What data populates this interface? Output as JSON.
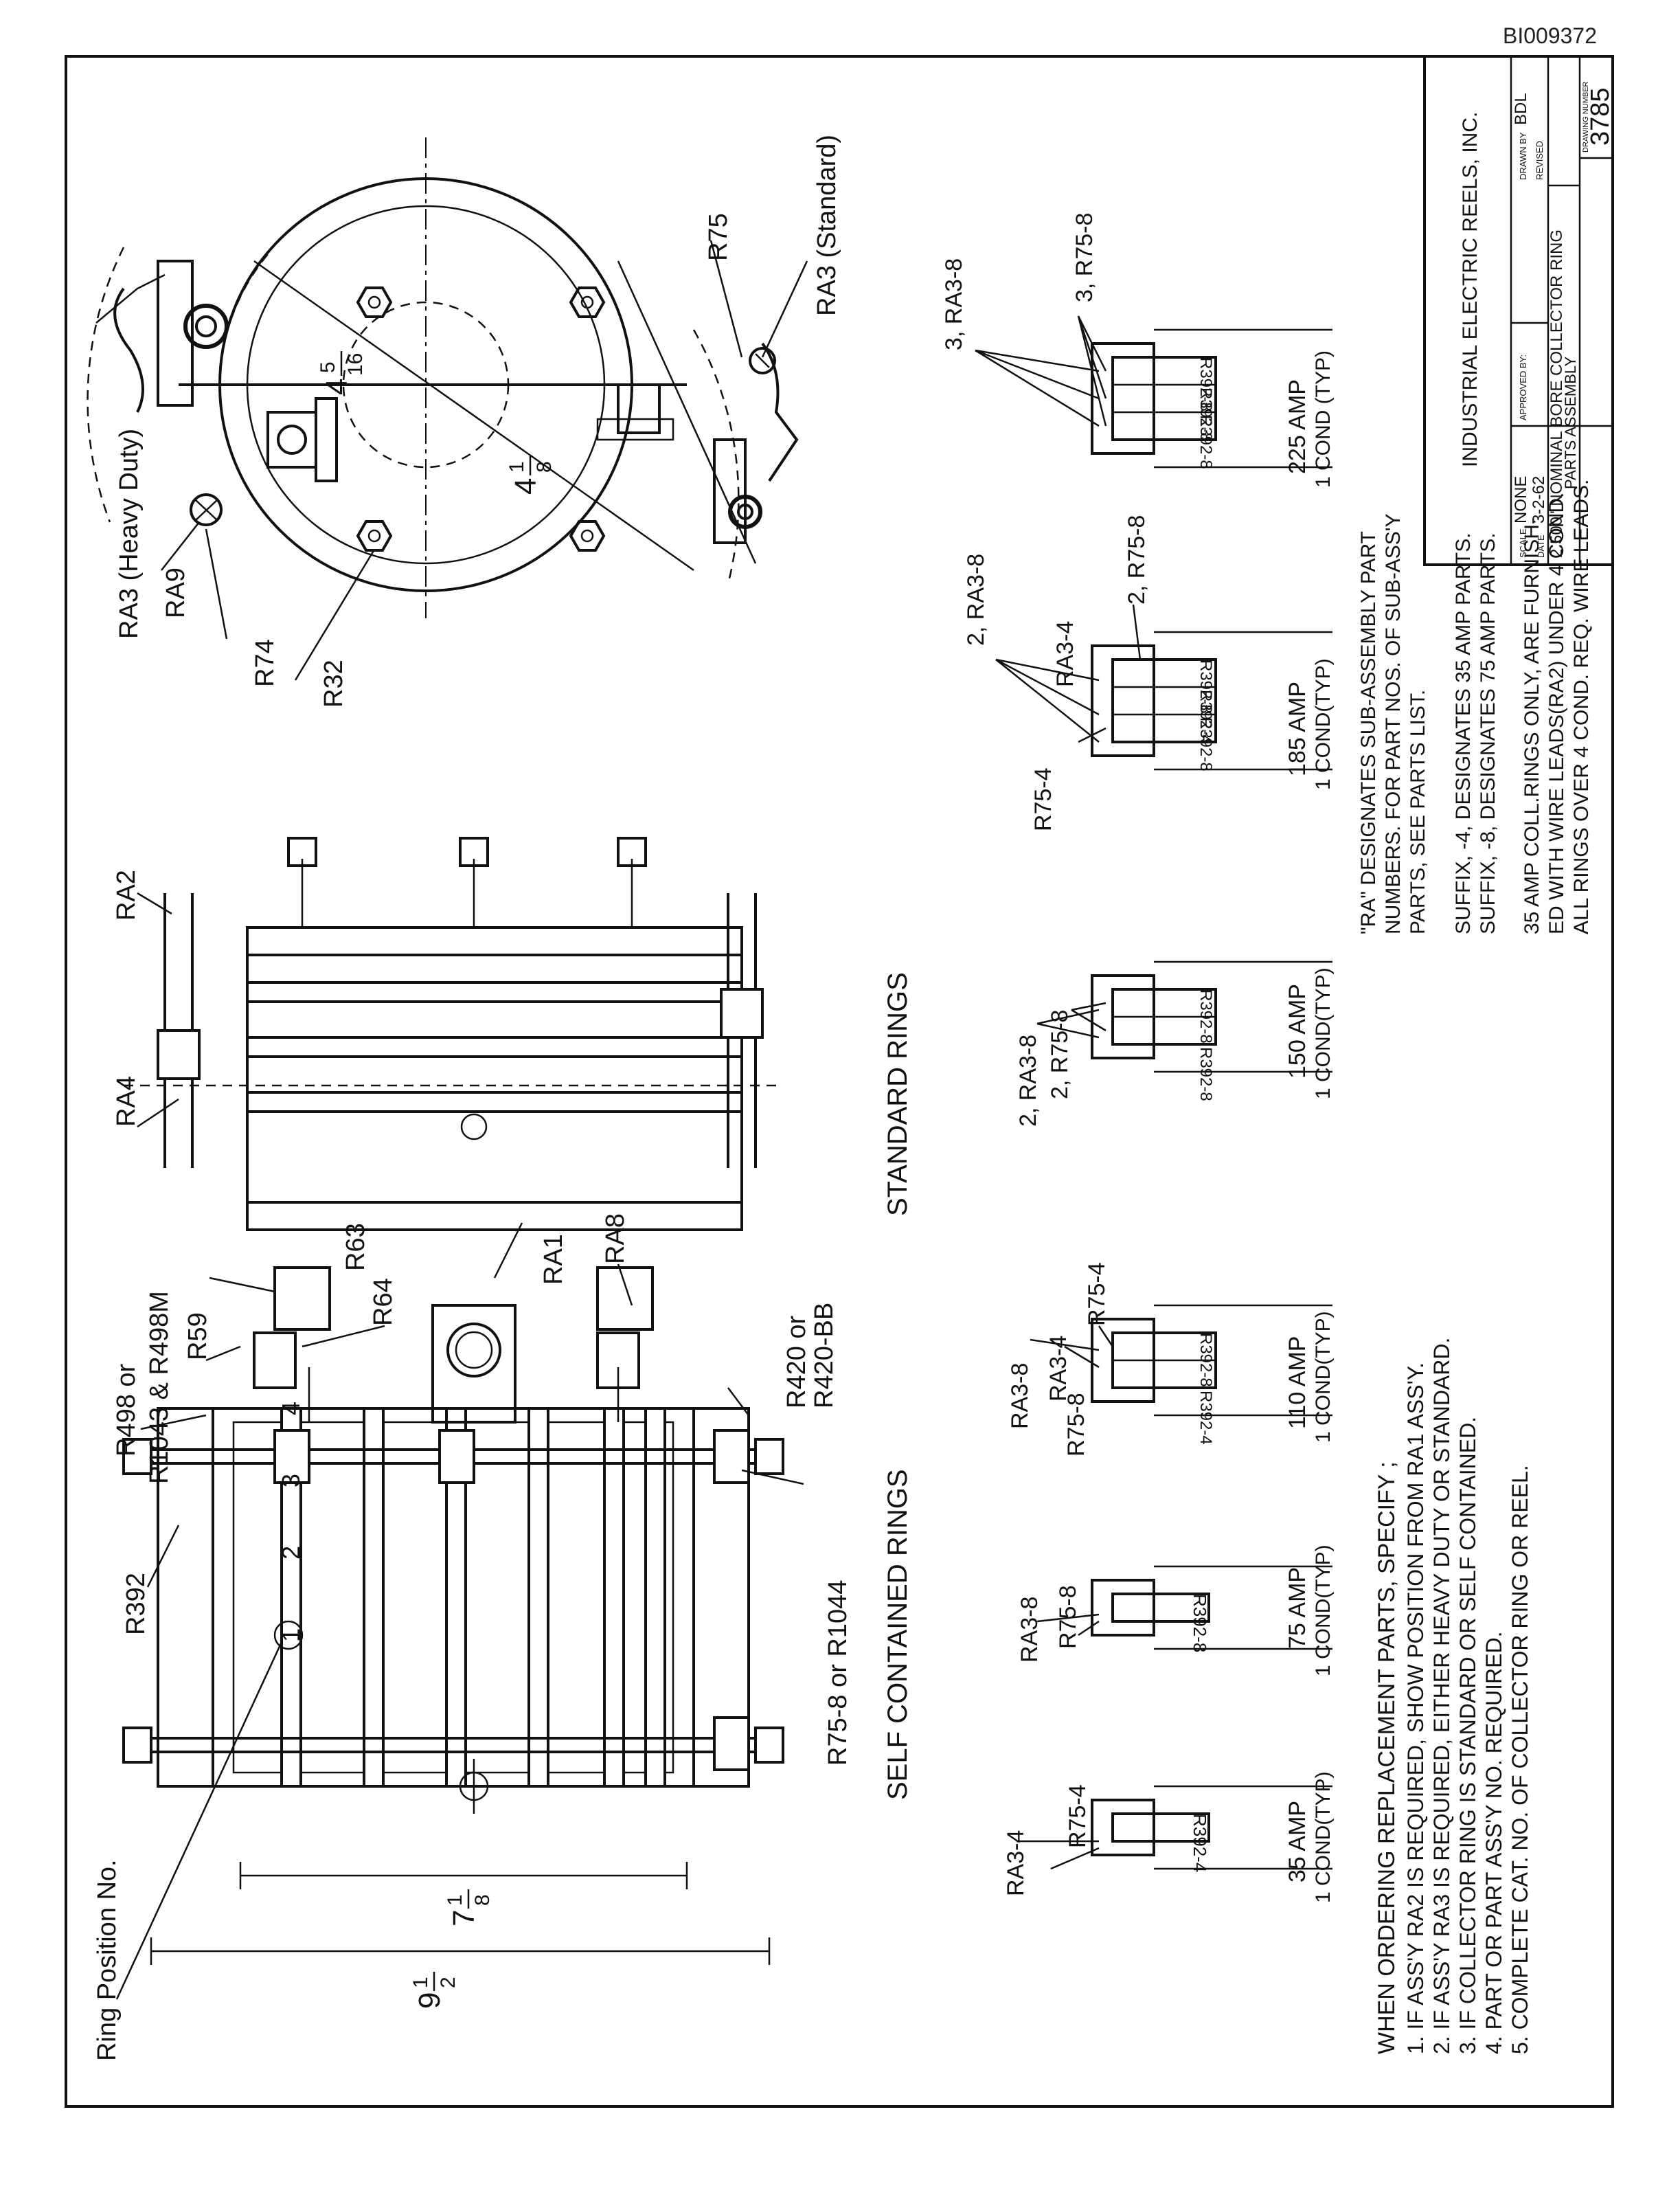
{
  "doc_id": "BI009372",
  "title_block": {
    "company": "INDUSTRIAL ELECTRIC REELS, INC.",
    "scale_label": "SCALE",
    "scale": "NONE",
    "date_label": "DATE",
    "date": "3-2-62",
    "approved_label": "APPROVED BY:",
    "drawn_label": "DRAWN BY",
    "drawn": "BDL",
    "revised_label": "REVISED",
    "title_line1": "2.500\" NOMINAL BORE COLLECTOR RING",
    "title_line2": "PARTS ASSEMBLY",
    "drawing_no_label": "DRAWING NUMBER",
    "drawing_no": "3785"
  },
  "side_view": {
    "ring_position_label": "Ring Position No.",
    "ring_numbers": [
      "1",
      "2",
      "3",
      "4"
    ],
    "labels": {
      "r392": "R392",
      "r498_1": "R498 or",
      "r498_2": "R1043 & R498M",
      "r59": "R59",
      "r63": "R63",
      "r64": "R64",
      "ra1": "RA1",
      "ra8": "RA8",
      "r420_1": "R420 or",
      "r420_2": "R420-BB",
      "ra4": "RA4",
      "ra2": "RA2",
      "r75_8": "R75-8 or R1044"
    },
    "dim_overall_whole": "9",
    "dim_overall_num": "1",
    "dim_overall_den": "2",
    "dim_inner_whole": "7",
    "dim_inner_num": "1",
    "dim_inner_den": "8",
    "caption_self": "SELF CONTAINED RINGS",
    "caption_standard": "STANDARD RINGS"
  },
  "end_view": {
    "labels": {
      "ra3_hd": "RA3 (Heavy Duty)",
      "ra9": "RA9",
      "r74": "R74",
      "r32": "R32",
      "r75": "R75",
      "ra3_std": "RA3 (Standard)"
    },
    "dim_a_whole": "4",
    "dim_a_num": "5",
    "dim_a_den": "16",
    "dim_b_whole": "4",
    "dim_b_num": "1",
    "dim_b_den": "8"
  },
  "variants": [
    {
      "amp": "35 AMP",
      "cond": "1 COND(TYP)",
      "callouts": [
        "RA3-4",
        "R75-4"
      ],
      "rings": [
        "R392-4"
      ]
    },
    {
      "amp": "75 AMP",
      "cond": "1 COND(TYP)",
      "callouts": [
        "RA3-8",
        "R75-8"
      ],
      "rings": [
        "R392-8"
      ]
    },
    {
      "amp": "110 AMP",
      "cond": "1 COND(TYP)",
      "callouts": [
        "RA3-8",
        "RA3-4",
        "R75-4",
        "R75-8"
      ],
      "rings": [
        "R392-8",
        "R392-4"
      ]
    },
    {
      "amp": "150 AMP",
      "cond": "1 COND(TYP)",
      "callouts": [
        "2, RA3-8",
        "2, R75-8"
      ],
      "rings": [
        "R392-8",
        "R392-8"
      ]
    },
    {
      "amp": "185 AMP",
      "cond": "1 COND(TYP)",
      "callouts": [
        "R75-4",
        "2, RA3-8",
        "RA3-4",
        "2, R75-8"
      ],
      "rings": [
        "R392-8",
        "R392-4",
        "R392-8"
      ]
    },
    {
      "amp": "225 AMP",
      "cond": "1 COND (TYP)",
      "callouts": [
        "3, RA3-8",
        "3, R75-8"
      ],
      "rings": [
        "R392-8",
        "R392-8",
        "R392-8"
      ]
    }
  ],
  "ordering_notes": {
    "heading": "WHEN ORDERING REPLACEMENT PARTS, SPECIFY ;",
    "items": [
      "1. IF ASS'Y RA2 IS REQUIRED, SHOW POSITION FROM RA1 ASS'Y.",
      "2. IF ASS'Y RA3 IS REQUIRED, EITHER HEAVY DUTY OR STANDARD.",
      "3. IF COLLECTOR RING IS STANDARD OR SELF CONTAINED.",
      "4. PART OR PART ASS'Y NO. REQUIRED.",
      "5. COMPLETE CAT. NO. OF COLLECTOR RING OR REEL."
    ]
  },
  "ra_notes": {
    "lines": [
      "\"RA\" DESIGNATES SUB-ASSEMBLY PART",
      "NUMBERS. FOR PART NOS. OF SUB-ASS'Y",
      "PARTS, SEE PARTS LIST."
    ],
    "suffix": [
      "SUFFIX, -4, DESIGNATES 35 AMP PARTS.",
      "SUFFIX, -8, DESIGNATES 75 AMP PARTS."
    ],
    "amp35": [
      "35 AMP COLL.RINGS ONLY, ARE FURNISH-",
      "ED WITH WIRE LEADS(RA2) UNDER 4 COND.",
      "ALL RINGS OVER 4 COND. REQ. WIRE LEADS."
    ]
  }
}
